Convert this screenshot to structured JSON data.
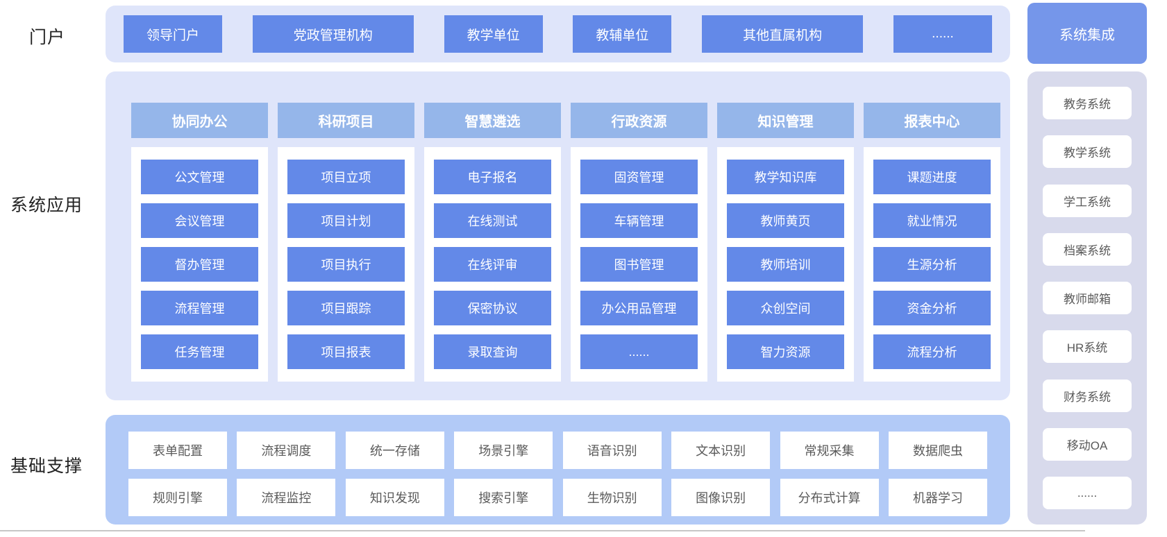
{
  "portal": {
    "label": "门户",
    "items": [
      "领导门户",
      "党政管理机构",
      "教学单位",
      "教辅单位",
      "其他直属机构",
      "......"
    ]
  },
  "integration": {
    "title": "系统集成",
    "systems": [
      "教务系统",
      "教学系统",
      "学工系统",
      "档案系统",
      "教师邮箱",
      "HR系统",
      "财务系统",
      "移动OA",
      "......"
    ]
  },
  "applications": {
    "label": "系统应用",
    "columns": [
      {
        "header": "协同办公",
        "items": [
          "公文管理",
          "会议管理",
          "督办管理",
          "流程管理",
          "任务管理"
        ]
      },
      {
        "header": "科研项目",
        "items": [
          "项目立项",
          "项目计划",
          "项目执行",
          "项目跟踪",
          "项目报表"
        ]
      },
      {
        "header": "智慧遴选",
        "items": [
          "电子报名",
          "在线测试",
          "在线评审",
          "保密协议",
          "录取查询"
        ]
      },
      {
        "header": "行政资源",
        "items": [
          "固资管理",
          "车辆管理",
          "图书管理",
          "办公用品管理",
          "......"
        ]
      },
      {
        "header": "知识管理",
        "items": [
          "教学知识库",
          "教师黄页",
          "教师培训",
          "众创空间",
          "智力资源"
        ]
      },
      {
        "header": "报表中心",
        "items": [
          "课题进度",
          "就业情况",
          "生源分析",
          "资金分析",
          "流程分析"
        ]
      }
    ]
  },
  "foundation": {
    "label": "基础支撑",
    "rows": [
      [
        "表单配置",
        "流程调度",
        "统一存储",
        "场景引擎",
        "语音识别",
        "文本识别",
        "常规采集",
        "数据爬虫"
      ],
      [
        "规则引擎",
        "流程监控",
        "知识发现",
        "搜索引擎",
        "生物识别",
        "图像识别",
        "分布式计算",
        "机器学习"
      ]
    ]
  },
  "colors": {
    "block_blue": "#6389E8",
    "column_header_blue": "#95B6EA",
    "panel_light": "#DFE5FA",
    "panel_foundation": "#B2CAF7",
    "panel_sidebar": "#D8DAEC",
    "integration_blue": "#7596EA",
    "cell_text_gray": "#5a5a5a"
  }
}
